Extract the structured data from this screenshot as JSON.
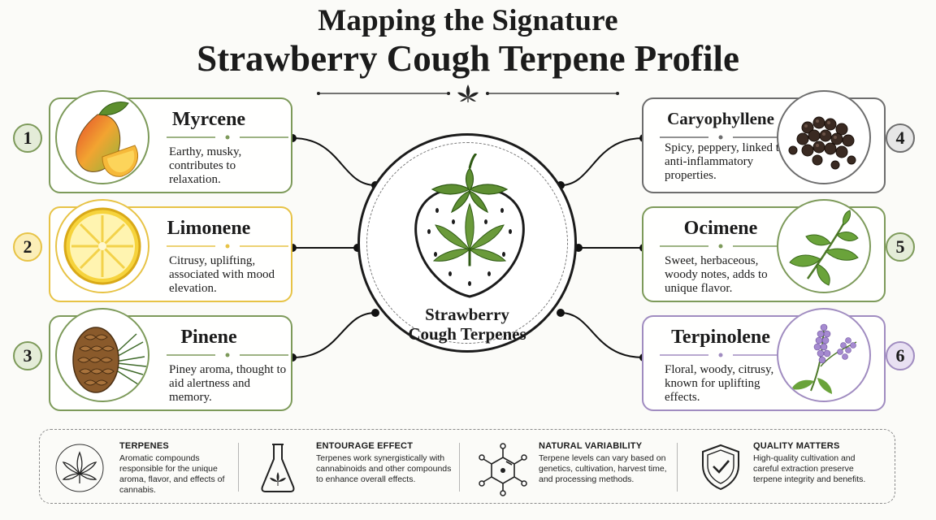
{
  "title": {
    "line1": "Mapping the Signature",
    "line2": "Strawberry Cough Terpene Profile"
  },
  "center": {
    "line1": "Strawberry",
    "line2": "Cough Terpenes"
  },
  "terpenes": [
    {
      "number": "1",
      "name": "Myrcene",
      "desc": "Earthy, musky, contributes to relaxation.",
      "icon": "mango-icon",
      "color": "#7d9a5a"
    },
    {
      "number": "2",
      "name": "Limonene",
      "desc": "Citrusy, uplifting, associated with mood elevation.",
      "icon": "lemon-icon",
      "color": "#e7c346"
    },
    {
      "number": "3",
      "name": "Pinene",
      "desc": "Piney aroma, thought to aid alertness and memory.",
      "icon": "pinecone-icon",
      "color": "#7d9a5a"
    },
    {
      "number": "4",
      "name": "Caryophyllene",
      "desc": "Spicy, peppery, linked to anti-inflammatory properties.",
      "icon": "peppercorn-icon",
      "color": "#6d6d6d"
    },
    {
      "number": "5",
      "name": "Ocimene",
      "desc": "Sweet, herbaceous, woody notes, adds to unique flavor.",
      "icon": "basil-icon",
      "color": "#7d9a5a"
    },
    {
      "number": "6",
      "name": "Terpinolene",
      "desc": "Floral, woody, citrusy, known for uplifting effects.",
      "icon": "lilac-icon",
      "color": "#a08cc0"
    }
  ],
  "info": [
    {
      "title": "TERPENES",
      "desc": "Aromatic compounds responsible for the unique aroma, flavor, and effects of cannabis.",
      "icon": "cannabis-leaf-icon"
    },
    {
      "title": "ENTOURAGE EFFECT",
      "desc": "Terpenes work synergistically with cannabinoids and other compounds to enhance overall effects.",
      "icon": "flask-icon"
    },
    {
      "title": "NATURAL VARIABILITY",
      "desc": "Terpene levels can vary based on genetics, cultivation, harvest time, and processing methods.",
      "icon": "molecule-icon"
    },
    {
      "title": "QUALITY MATTERS",
      "desc": "High-quality cultivation and careful extraction preserve terpene integrity and benefits.",
      "icon": "shield-check-icon"
    }
  ]
}
